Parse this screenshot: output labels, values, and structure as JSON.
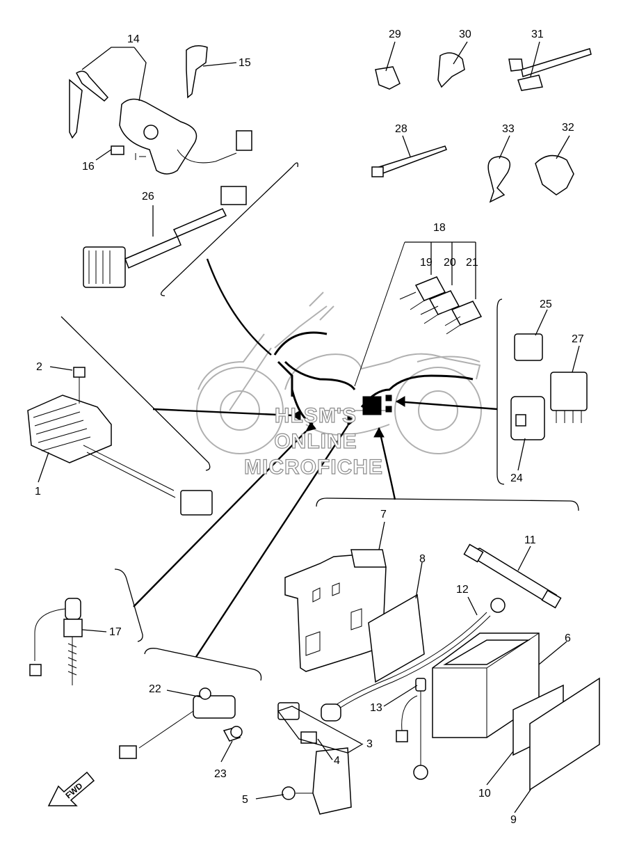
{
  "watermark": {
    "line1": "HLSM'S",
    "line2": "ONLINE",
    "line3": "MICROFICHE"
  },
  "direction_label": "FWD",
  "callouts": [
    "1",
    "2",
    "3",
    "4",
    "5",
    "6",
    "7",
    "8",
    "9",
    "10",
    "11",
    "12",
    "13",
    "14",
    "15",
    "16",
    "17",
    "18",
    "19",
    "20",
    "21",
    "22",
    "23",
    "24",
    "25",
    "26",
    "27",
    "28",
    "29",
    "30",
    "31",
    "32",
    "33"
  ]
}
